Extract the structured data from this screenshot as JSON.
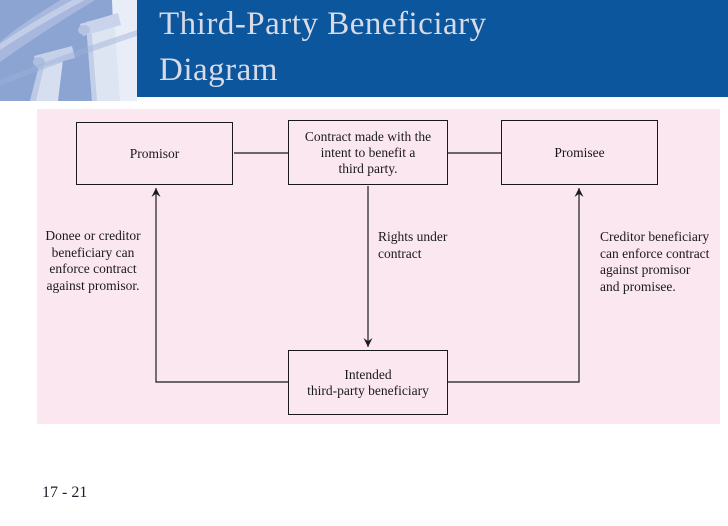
{
  "header": {
    "title_line1": "Third-Party Beneficiary",
    "title_line2": "Diagram",
    "image": "classical-columns-photo"
  },
  "footer": {
    "page_number": "17 - 21"
  },
  "colors": {
    "header_bg": "#0b569c",
    "header_text": "#d8dbe7",
    "column_image_bg": "#8ba4d2",
    "diagram_bg": "#fbe7ef",
    "line": "#1a1a1a"
  },
  "diagram": {
    "boxes": {
      "promisor": {
        "lines": [
          "Promisor"
        ]
      },
      "contract": {
        "lines": [
          "Contract made with the",
          "intent to benefit a",
          "third party."
        ]
      },
      "promisee": {
        "lines": [
          "Promisee"
        ]
      },
      "intended": {
        "lines": [
          "Intended",
          "third-party beneficiary"
        ]
      }
    },
    "labels": {
      "left": {
        "lines": [
          "Donee or creditor",
          "beneficiary can",
          "enforce contract",
          "against promisor."
        ]
      },
      "middle": {
        "lines": [
          "Rights under",
          "contract"
        ]
      },
      "right": {
        "lines": [
          "Creditor beneficiary",
          "can enforce contract",
          "against promisor",
          "and promisee."
        ]
      }
    }
  }
}
